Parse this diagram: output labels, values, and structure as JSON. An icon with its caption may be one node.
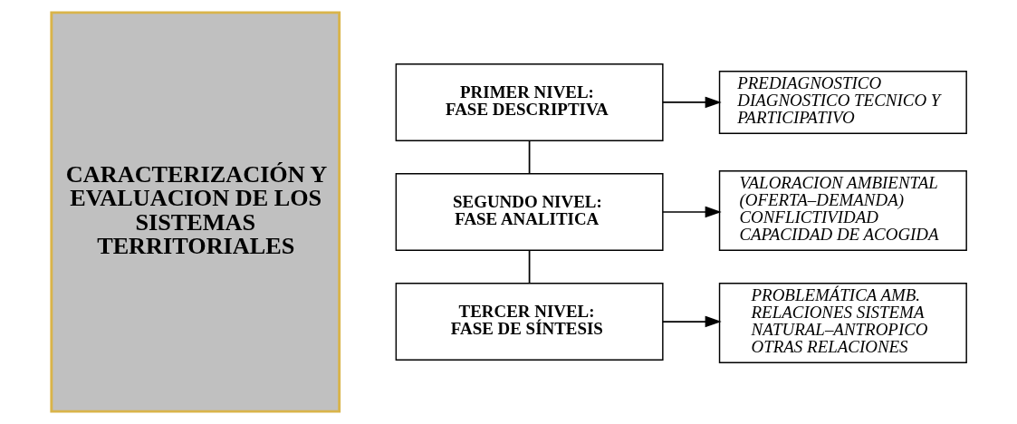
{
  "diagram": {
    "nodes": [
      {
        "text": [
          "CARACTERIZACIÓN Y EVALUACION DE LOS SISTEMAS TERRITORIALES"
        ]
      },
      {
        "text": [
          "PRIMER NIVEL:",
          "FASE DESCRIPTIVA"
        ]
      },
      {
        "text": [
          "SEGUNDO NIVEL:",
          "FASE ANALITICA"
        ]
      },
      {
        "text": [
          "TERCER NIVEL:",
          "FASE DE SÍNTESIS"
        ]
      },
      {
        "text": [
          "PREDIAGNOSTICO",
          "DIAGNOSTICO TECNICO Y PARTICIPATIVO"
        ]
      },
      {
        "text": [
          "VALORACION AMBIENTAL (OFERTA–DEMANDA)",
          "CONFLICTIVIDAD",
          "CAPACIDAD DE ACOGIDA"
        ]
      },
      {
        "text": [
          "PROBLEMÁTICA AMB.",
          "RELACIONES SISTEMA NATURAL–ANTROPICO",
          "OTRAS RELACIONES"
        ]
      }
    ],
    "edges": [
      {
        "from": 1,
        "to": 4,
        "arrow": "to"
      },
      {
        "from": 1,
        "to": 2,
        "arrow": "none"
      },
      {
        "from": 2,
        "to": 5,
        "arrow": "to"
      },
      {
        "from": 2,
        "to": 3,
        "arrow": "none"
      },
      {
        "from": 3,
        "to": 6,
        "arrow": "to"
      }
    ]
  }
}
